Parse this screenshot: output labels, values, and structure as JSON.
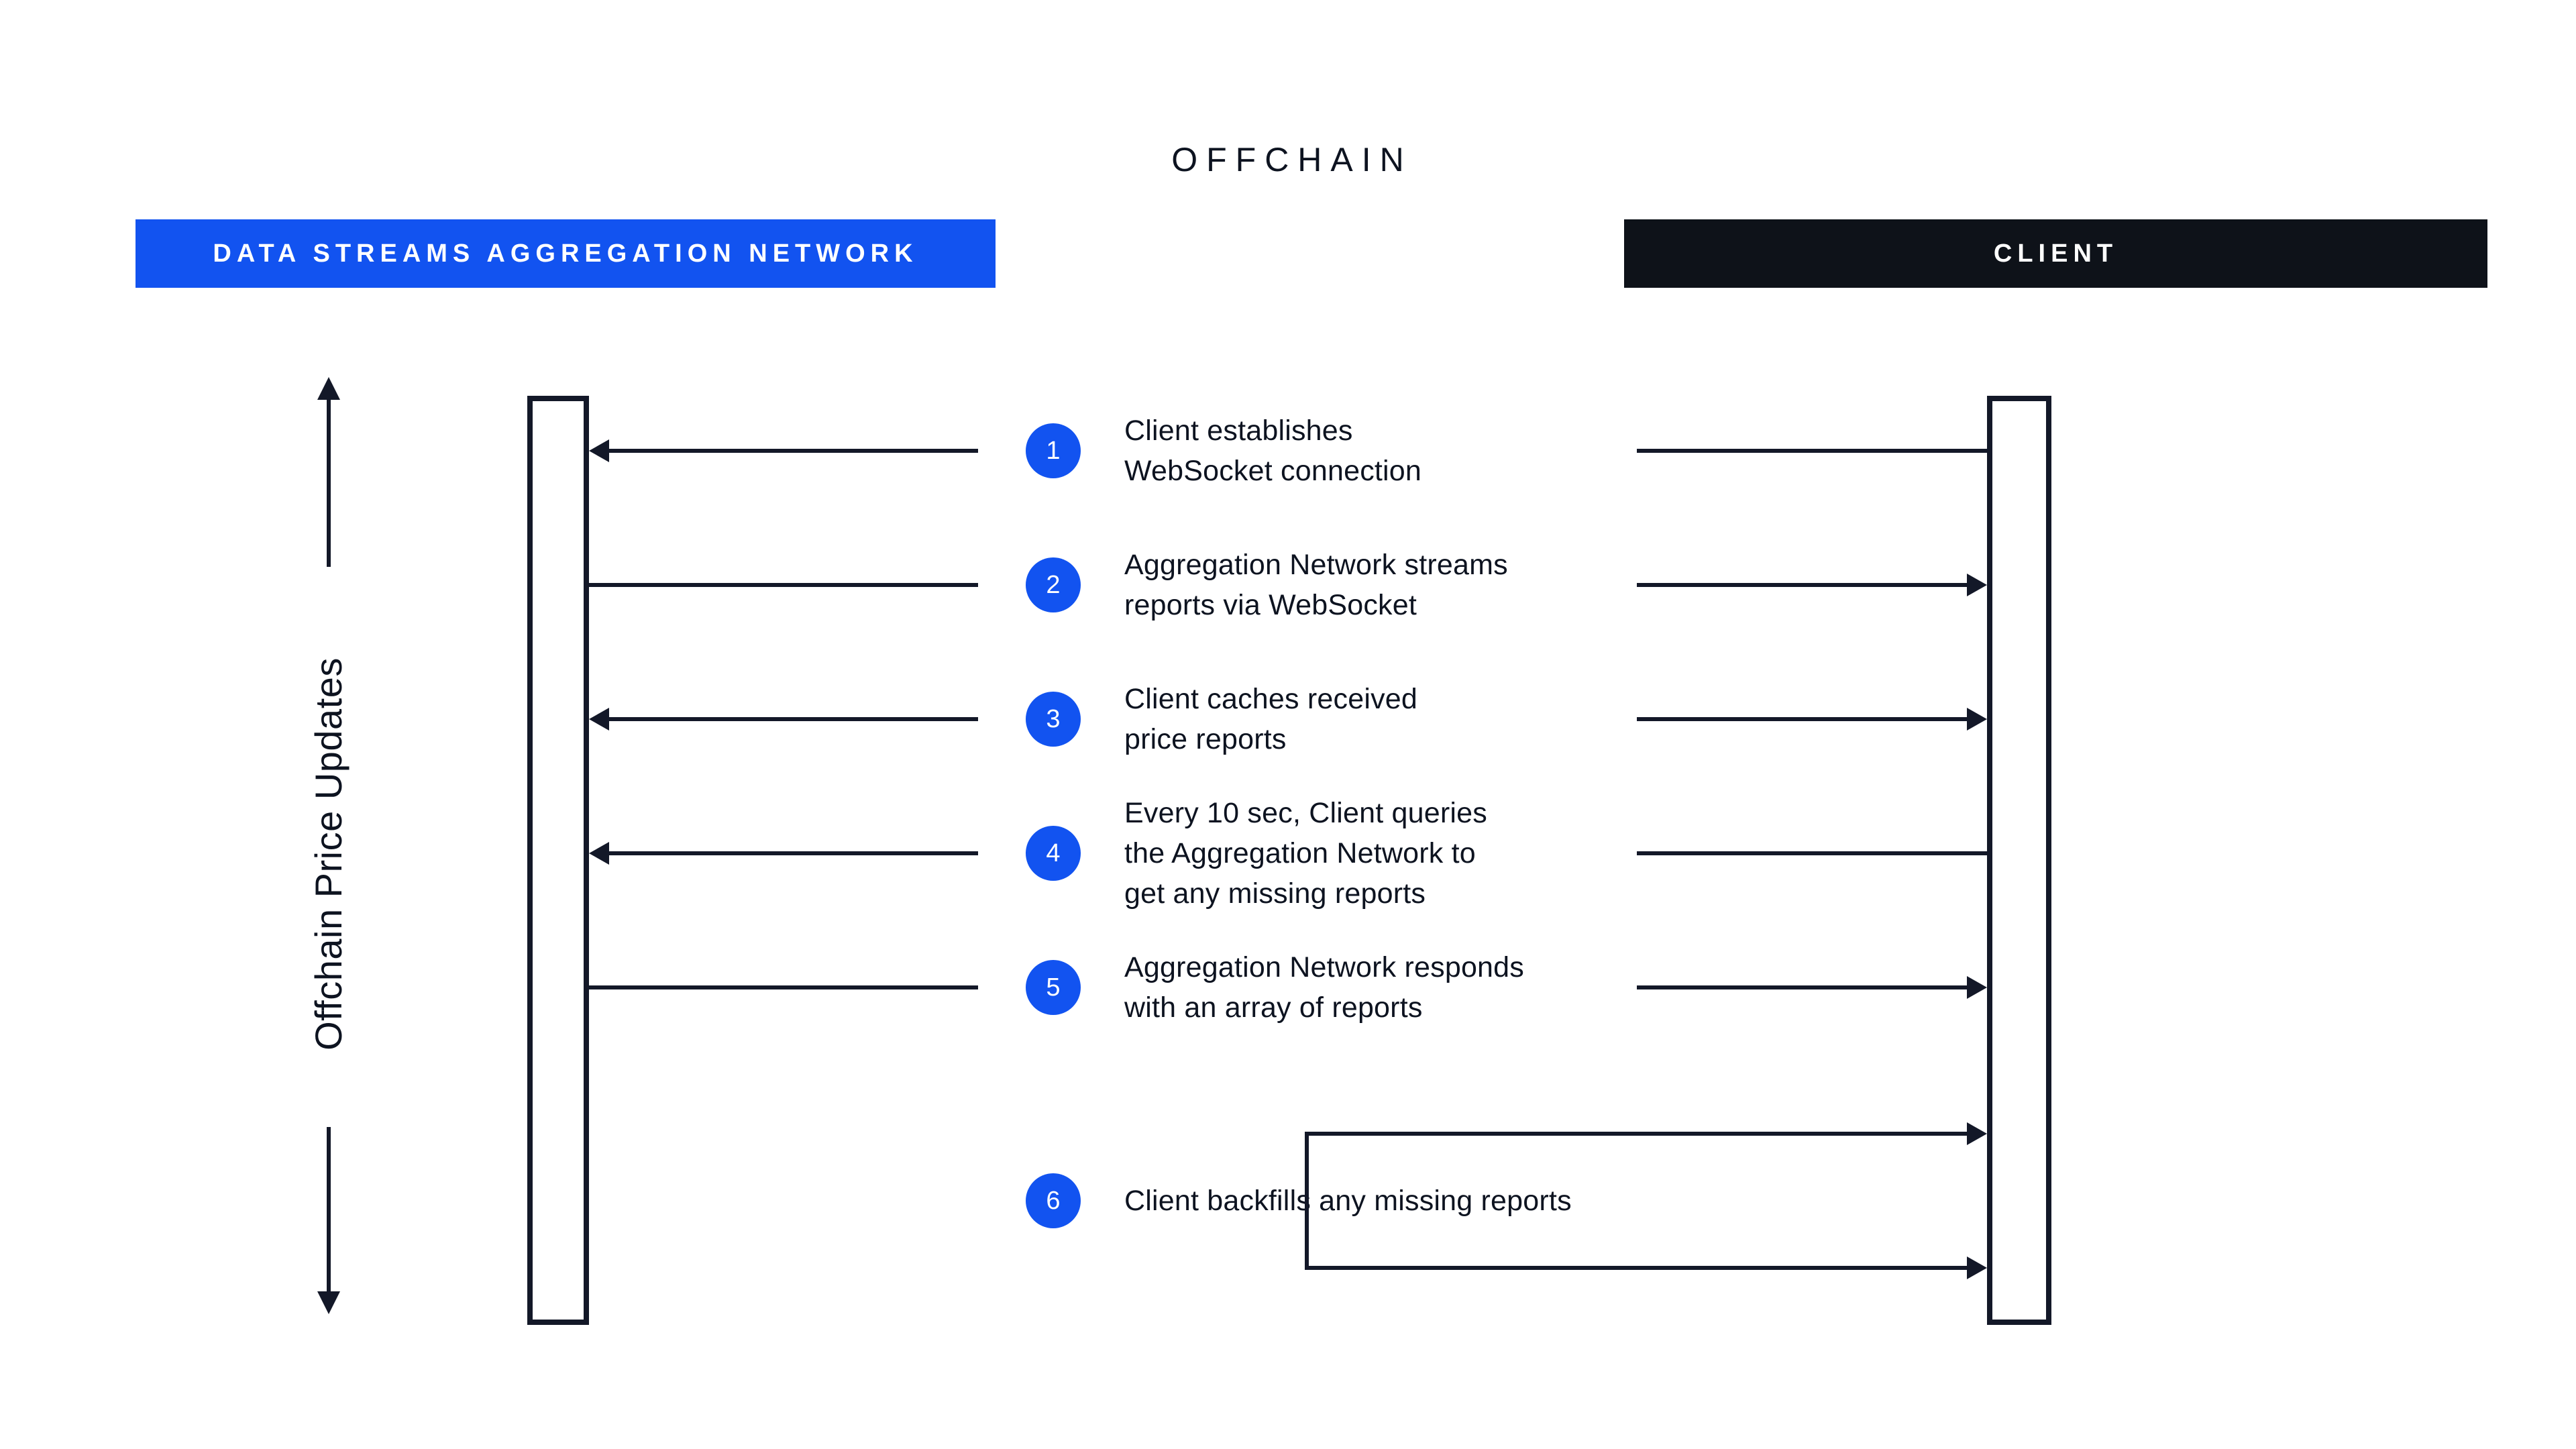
{
  "title": "OFFCHAIN",
  "lanes": {
    "network": {
      "label": "DATA STREAMS AGGREGATION NETWORK",
      "color": "#1253F0"
    },
    "client": {
      "label": "CLIENT",
      "color": "#0E1219"
    }
  },
  "axis": {
    "label": "Offchain Price Updates",
    "direction": "bidirectional-vertical-arrows"
  },
  "steps": [
    {
      "num": "1",
      "text": "Client establishes\nWebSocket connection",
      "left_end": "arrowhead-into-network",
      "right_end": "plain-from-client"
    },
    {
      "num": "2",
      "text": "Aggregation Network streams\nreports via WebSocket",
      "left_end": "plain-from-network",
      "right_end": "arrowhead-into-client"
    },
    {
      "num": "3",
      "text": "Client caches received\nprice reports",
      "left_end": "arrowhead-into-network",
      "right_end": "arrowhead-into-client"
    },
    {
      "num": "4",
      "text": "Every 10 sec, Client queries\nthe Aggregation Network to\nget any missing reports",
      "left_end": "arrowhead-into-network",
      "right_end": "plain-from-client"
    },
    {
      "num": "5",
      "text": "Aggregation Network responds\nwith an array of reports",
      "left_end": "plain-from-network",
      "right_end": "arrowhead-into-client"
    },
    {
      "num": "6",
      "text": "Client backfills any missing reports",
      "left_end": "none",
      "right_end": "self-loop-two-arrowheads-into-client"
    }
  ],
  "colors": {
    "blue": "#1253F0",
    "dark": "#0E1219",
    "ink": "#131828",
    "text": "#0D1320",
    "paper": "#FFFFFF"
  }
}
